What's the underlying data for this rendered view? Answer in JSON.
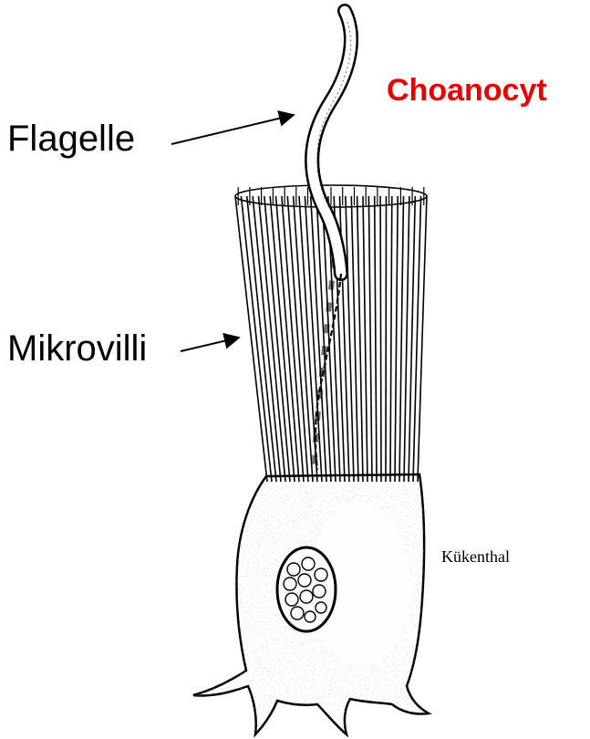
{
  "diagram": {
    "title": "Choanocyt",
    "labels": {
      "flagellum": "Flagelle",
      "microvilli": "Mikrovilli"
    },
    "credit": "Kükenthal"
  },
  "colors": {
    "title": "#e60000",
    "ink": "#000000",
    "background": "#ffffff"
  }
}
